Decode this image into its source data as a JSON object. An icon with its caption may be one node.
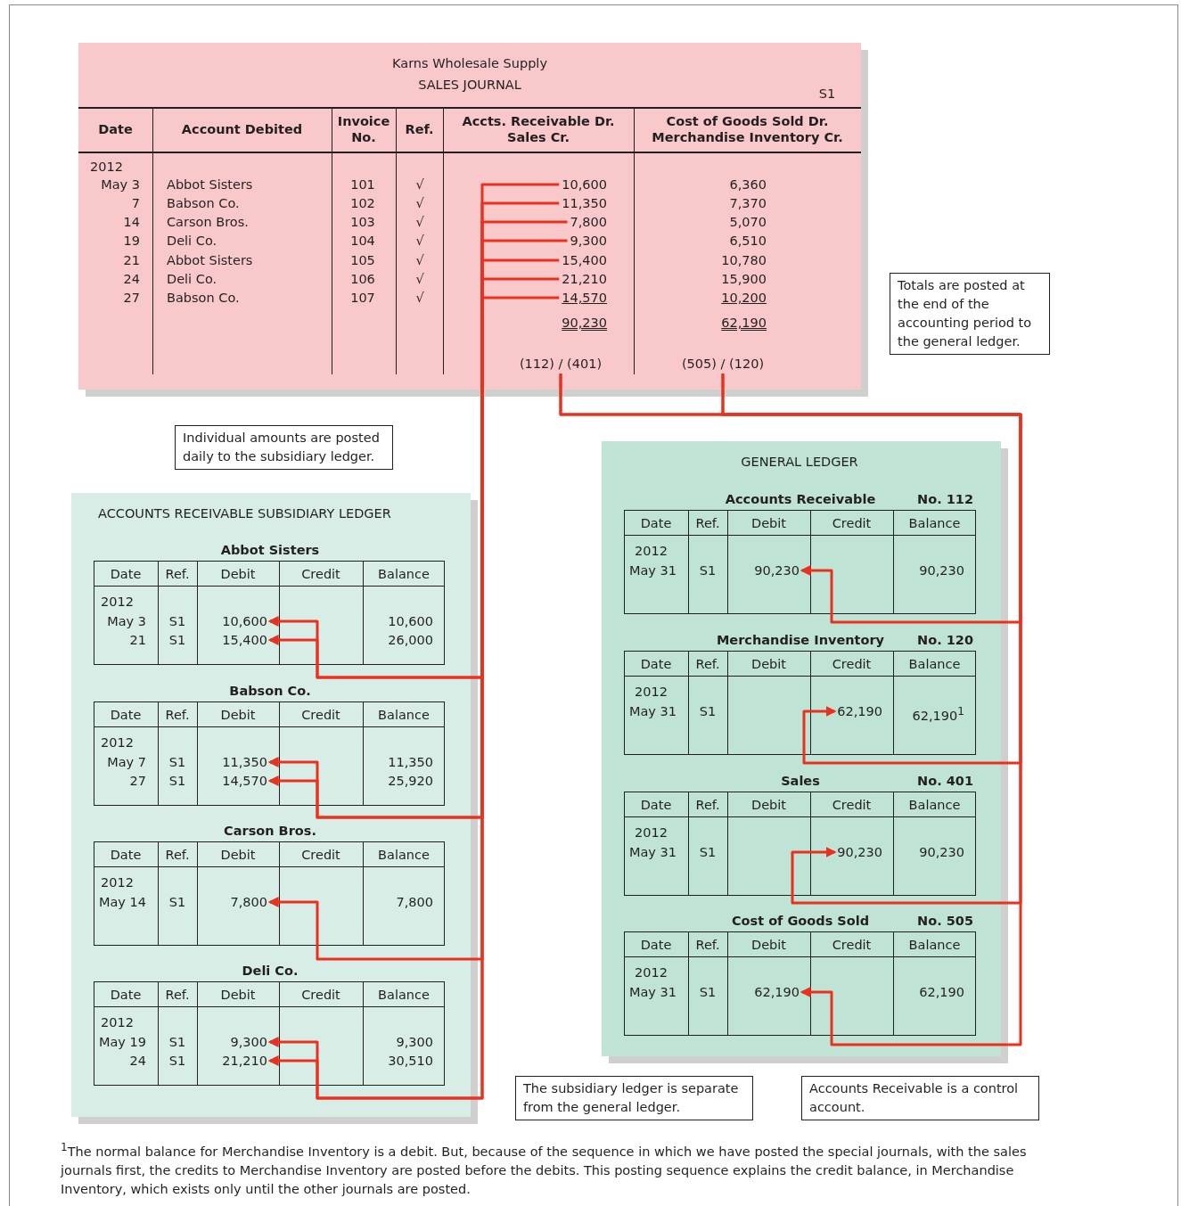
{
  "diagram": {
    "caption": "$^{1}$The normal balance for Merchandise Inventory is a debit. But, because of the sequence in which we have posted the special journals, with the sales journals first, the credits to Merchandise Inventory are posted before the debits. This posting sequence explains the credit balance, in Merchandise Inventory, which exists only until the other journals are posted.",
    "nodes": [
      {
        "text": [
          "Karns Wholesale Supply",
          "SALES JOURNAL",
          "S1"
        ]
      },
      {
        "text": [
          "10,600"
        ],
        "in": 0
      },
      {
        "text": [
          "11,350"
        ],
        "in": 0
      },
      {
        "text": [
          "7,800"
        ],
        "in": 0
      },
      {
        "text": [
          "9,300"
        ],
        "in": 0
      },
      {
        "text": [
          "15,400"
        ],
        "in": 0
      },
      {
        "text": [
          "21,210"
        ],
        "in": 0
      },
      {
        "text": [
          "14,570"
        ],
        "in": 0
      },
      {
        "text": [
          "(112) / (401)"
        ],
        "in": 0
      },
      {
        "text": [
          "(505) / (120)"
        ],
        "in": 0
      },
      {
        "text": [
          "Totals are posted at the end of the accounting period to the general ledger."
        ]
      },
      {
        "text": [
          "Individual amounts are posted daily to the subsidiary ledger."
        ]
      },
      {
        "text": [
          "ACCOUNTS RECEIVABLE SUBSIDIARY LEDGER"
        ]
      },
      {
        "text": [
          "Abbot Sisters"
        ],
        "in": 12
      },
      {
        "text": [
          "10,600"
        ],
        "in": 13
      },
      {
        "text": [
          "15,400"
        ],
        "in": 13
      },
      {
        "text": [
          "Babson Co."
        ],
        "in": 12
      },
      {
        "text": [
          "11,350"
        ],
        "in": 16
      },
      {
        "text": [
          "14,570"
        ],
        "in": 16
      },
      {
        "text": [
          "Carson Bros."
        ],
        "in": 12
      },
      {
        "text": [
          "7,800"
        ],
        "in": 19
      },
      {
        "text": [
          "Deli Co."
        ],
        "in": 12
      },
      {
        "text": [
          "9,300"
        ],
        "in": 21
      },
      {
        "text": [
          "21,210"
        ],
        "in": 21
      },
      {
        "text": [
          "GENERAL LEDGER"
        ]
      },
      {
        "text": [
          "Accounts Receivable",
          "No. 112"
        ],
        "in": 24
      },
      {
        "text": [
          "90,230"
        ],
        "in": 25
      },
      {
        "text": [
          "Merchandise Inventory",
          "No. 120"
        ],
        "in": 24
      },
      {
        "text": [
          "62,190"
        ],
        "in": 27
      },
      {
        "text": [
          "Sales",
          "No. 401"
        ],
        "in": 24
      },
      {
        "text": [
          "90,230"
        ],
        "in": 29
      },
      {
        "text": [
          "Cost of Goods Sold",
          "No. 505"
        ],
        "in": 24
      },
      {
        "text": [
          "62,190"
        ],
        "in": 31
      },
      {
        "text": [
          "The subsidiary ledger is separate from the general ledger."
        ]
      },
      {
        "text": [
          "Accounts Receivable is a control account."
        ]
      }
    ],
    "edges": [
      {
        "from": 1,
        "to": 14,
        "arrow": "to"
      },
      {
        "from": 2,
        "to": 17,
        "arrow": "to"
      },
      {
        "from": 3,
        "to": 20,
        "arrow": "to"
      },
      {
        "from": 4,
        "to": 22,
        "arrow": "to"
      },
      {
        "from": 5,
        "to": 15,
        "arrow": "to"
      },
      {
        "from": 6,
        "to": 23,
        "arrow": "to"
      },
      {
        "from": 7,
        "to": 18,
        "arrow": "to"
      },
      {
        "from": 8,
        "to": 26,
        "arrow": "to"
      },
      {
        "from": 8,
        "to": 30,
        "arrow": "to"
      },
      {
        "from": 9,
        "to": 28,
        "arrow": "to"
      },
      {
        "from": 9,
        "to": 32,
        "arrow": "to"
      }
    ],
    "labels": [
      "Date",
      "Account Debited",
      "Invoice No.",
      "Ref.",
      "Accts. Receivable Dr. Sales Cr.",
      "Cost of Goods Sold Dr. Merchandise Inventory Cr.",
      "2012",
      "May 3",
      "Abbot Sisters",
      "101",
      "√",
      "6,360",
      "7",
      "Babson Co.",
      "102",
      "√",
      "7,370",
      "14",
      "Carson Bros.",
      "103",
      "√",
      "5,070",
      "19",
      "Deli Co.",
      "104",
      "√",
      "6,510",
      "21",
      "Abbot Sisters",
      "105",
      "√",
      "10,780",
      "24",
      "Deli Co.",
      "106",
      "√",
      "15,900",
      "27",
      "Babson Co.",
      "107",
      "√",
      "10,200",
      "90,230",
      "62,190",
      "Date",
      "Ref.",
      "Debit",
      "Credit",
      "Balance",
      "2012",
      "May 3",
      "S1",
      "10,600",
      "21",
      "S1",
      "26,000",
      "Date",
      "Ref.",
      "Debit",
      "Credit",
      "Balance",
      "2012",
      "May 7",
      "S1",
      "11,350",
      "27",
      "S1",
      "25,920",
      "Date",
      "Ref.",
      "Debit",
      "Credit",
      "Balance",
      "2012",
      "May 14",
      "S1",
      "7,800",
      "Date",
      "Ref.",
      "Debit",
      "Credit",
      "Balance",
      "2012",
      "May 19",
      "S1",
      "9,300",
      "24",
      "S1",
      "30,510",
      "Date",
      "Ref.",
      "Debit",
      "Credit",
      "Balance",
      "2012",
      "May 31",
      "S1",
      "90,230",
      "Date",
      "Ref.",
      "Debit",
      "Credit",
      "Balance",
      "2012",
      "May 31",
      "S1",
      "62,190$^{1}$",
      "Date",
      "Ref.",
      "Debit",
      "Credit",
      "Balance",
      "2012",
      "May 31",
      "S1",
      "90,230",
      "Date",
      "Ref.",
      "Debit",
      "Credit",
      "Balance",
      "2012",
      "May 31",
      "S1",
      "62,190"
    ]
  }
}
